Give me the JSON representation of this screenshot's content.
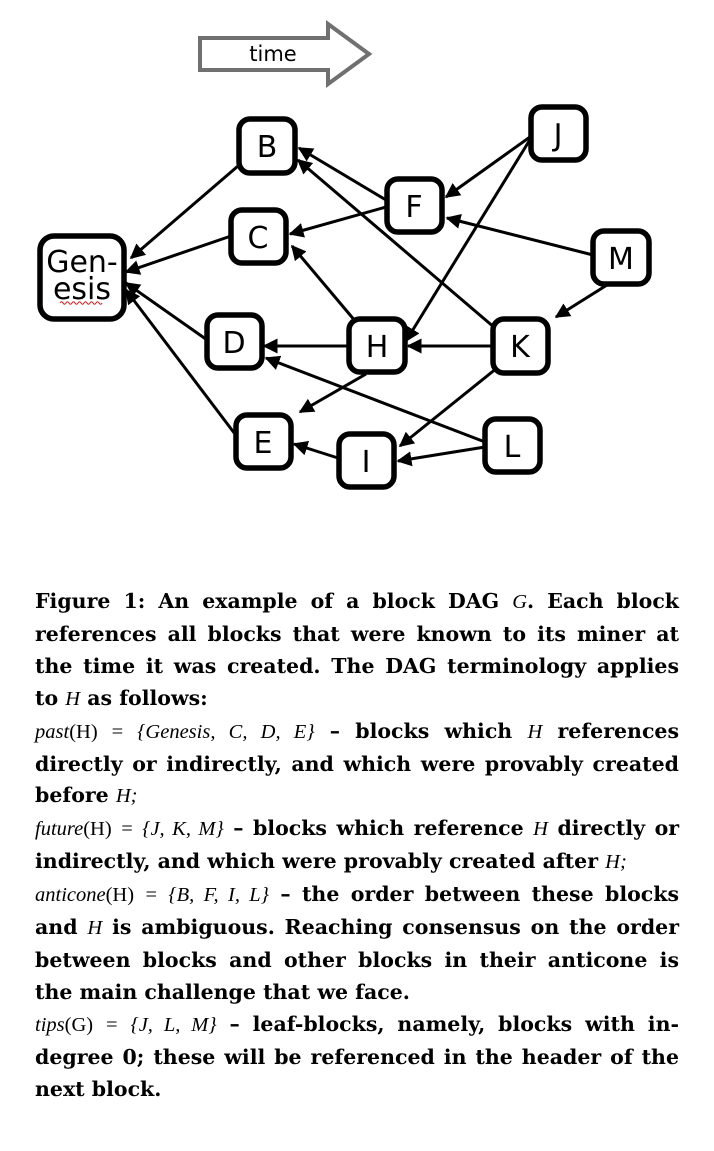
{
  "figure": {
    "time_label": "time",
    "nodes": [
      {
        "id": "genesis",
        "lines": [
          "Gen-",
          "esis"
        ]
      },
      {
        "id": "B",
        "label": "B"
      },
      {
        "id": "C",
        "label": "C"
      },
      {
        "id": "D",
        "label": "D"
      },
      {
        "id": "E",
        "label": "E"
      },
      {
        "id": "F",
        "label": "F"
      },
      {
        "id": "H",
        "label": "H"
      },
      {
        "id": "I",
        "label": "I"
      },
      {
        "id": "J",
        "label": "J"
      },
      {
        "id": "K",
        "label": "K"
      },
      {
        "id": "L",
        "label": "L"
      },
      {
        "id": "M",
        "label": "M"
      }
    ],
    "edges": [
      [
        "B",
        "genesis"
      ],
      [
        "C",
        "genesis"
      ],
      [
        "D",
        "genesis"
      ],
      [
        "E",
        "genesis"
      ],
      [
        "F",
        "B"
      ],
      [
        "F",
        "C"
      ],
      [
        "H",
        "C"
      ],
      [
        "H",
        "D"
      ],
      [
        "H",
        "E"
      ],
      [
        "I",
        "E"
      ],
      [
        "J",
        "F"
      ],
      [
        "J",
        "H"
      ],
      [
        "K",
        "B"
      ],
      [
        "K",
        "H"
      ],
      [
        "K",
        "I"
      ],
      [
        "L",
        "D"
      ],
      [
        "L",
        "I"
      ],
      [
        "M",
        "F"
      ],
      [
        "M",
        "K"
      ]
    ]
  },
  "caption": {
    "title_label": "Figure 1:",
    "title_pre": "An example of a block DAG",
    "title_var": "G",
    "title_post": ". Each block references all blocks that were known to its miner at the time it was created. The DAG terminology applies to",
    "title_var2": "H",
    "title_end": "as follows:",
    "past_fn": "past",
    "past_arg": "(H)",
    "past_eq": "=",
    "past_set": "{Genesis, C, D, E}",
    "past_text": "– blocks which",
    "past_var": "H",
    "past_text2": "references directly or indirectly, and which were provably created before",
    "past_end": "H;",
    "future_fn": "future",
    "future_arg": "(H)",
    "future_eq": "=",
    "future_set": "{J, K, M}",
    "future_text": "– blocks which reference",
    "future_var": "H",
    "future_text2": "directly or indirectly, and which were provably created after",
    "future_end": "H;",
    "anticone_fn": "anticone",
    "anticone_arg": "(H)",
    "anticone_eq": "=",
    "anticone_set": "{B, F, I, L}",
    "anticone_text": "– the order between these blocks and",
    "anticone_var": "H",
    "anticone_text2": "is ambiguous. Reaching consensus on the order between blocks and other blocks in their anticone is the main challenge that we face.",
    "tips_fn": "tips",
    "tips_arg": "(G)",
    "tips_eq": "=",
    "tips_set": "{J, L, M}",
    "tips_text": "– leaf-blocks, namely, blocks with in-degree 0; these will be referenced in the header of the next block."
  }
}
